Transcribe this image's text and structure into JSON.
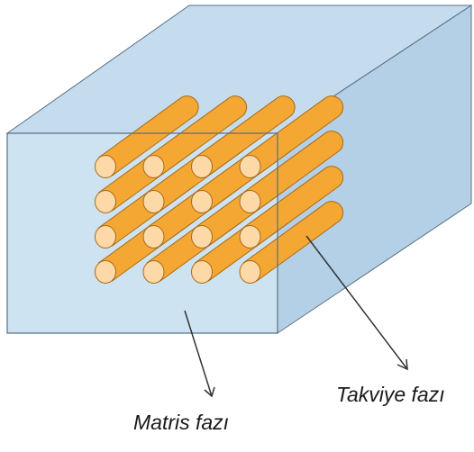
{
  "labels": {
    "matrix": "Matris fazı",
    "reinforcement": "Takviye fazı"
  },
  "colors": {
    "block_front": "#cde3f2",
    "block_top": "#c4dcee",
    "block_side": "#b4d0e6",
    "block_edge": "#5a6f86",
    "fiber_body": "#f5a733",
    "fiber_end": "#fcd9a6",
    "fiber_edge": "#a86b18",
    "arrow": "#333333"
  },
  "fiber_grid": {
    "rows": 4,
    "columns": 4
  }
}
